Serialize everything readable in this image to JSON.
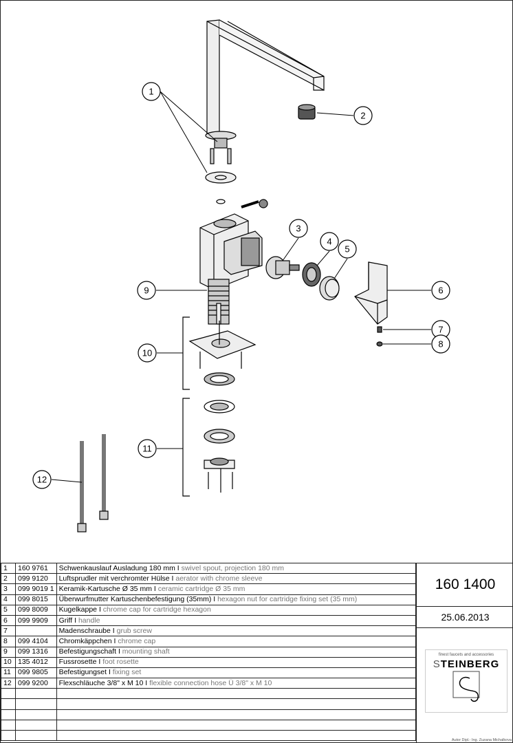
{
  "callouts": [
    "1",
    "2",
    "3",
    "4",
    "5",
    "6",
    "7",
    "8",
    "9",
    "10",
    "11",
    "12"
  ],
  "parts": [
    {
      "pos": "1",
      "art": "160 9761",
      "de": "Schwenkauslauf  Ausladung 180 mm I",
      "en": "swivel spout, projection 180 mm"
    },
    {
      "pos": "2",
      "art": "099 9120",
      "de": "Luftsprudler mit verchromter Hülse I",
      "en": "aerator with chrome sleeve"
    },
    {
      "pos": "3",
      "art": "099 9019 1",
      "de": "Keramik-Kartusche Ø 35 mm I",
      "en": "ceramic cartridge Ø 35 mm"
    },
    {
      "pos": "4",
      "art": "099 8015",
      "de": "Überwurfmutter Kartuschenbefestigung (35mm) I",
      "en": "hexagon nut for cartridge fixing set (35 mm)"
    },
    {
      "pos": "5",
      "art": "099 8009",
      "de": "Kugelkappe I",
      "en": "chrome cap for  cartridge hexagon"
    },
    {
      "pos": "6",
      "art": "099 9909",
      "de": "Griff I",
      "en": "handle"
    },
    {
      "pos": "7",
      "art": "",
      "de": "Madenschraube I",
      "en": "grub screw"
    },
    {
      "pos": "8",
      "art": "099 4104",
      "de": "Chromkäppchen I",
      "en": "chrome cap"
    },
    {
      "pos": "9",
      "art": "099 1316",
      "de": "Befestigungschaft I",
      "en": "mounting shaft"
    },
    {
      "pos": "10",
      "art": "135 4012",
      "de": "Fussrosette I",
      "en": "foot rosette"
    },
    {
      "pos": "11",
      "art": "099 9805",
      "de": "Befestigungset I",
      "en": "fixing set"
    },
    {
      "pos": "12",
      "art": "099 9200",
      "de": "Flexschläuche  3/8\" x M 10 I",
      "en": "flexible connection hose Ü 3/8\" x M 10"
    }
  ],
  "empty_rows": 5,
  "article_number": "160 1400",
  "date": "25.06.2013",
  "logo": {
    "tagline": "finest faucets and accessories",
    "brand_first": "S",
    "brand_rest": "TEINBERG"
  },
  "author": "Autor Dipl.- Ing. Zuzana Michalkova"
}
